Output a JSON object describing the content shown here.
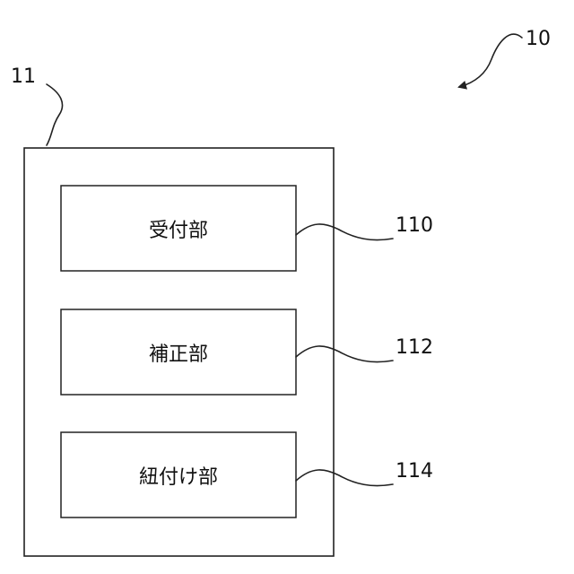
{
  "references": {
    "system": "10",
    "device": "11"
  },
  "units": [
    {
      "label": "受付部",
      "ref": "110"
    },
    {
      "label": "補正部",
      "ref": "112"
    },
    {
      "label": "紐付け部",
      "ref": "114"
    }
  ]
}
